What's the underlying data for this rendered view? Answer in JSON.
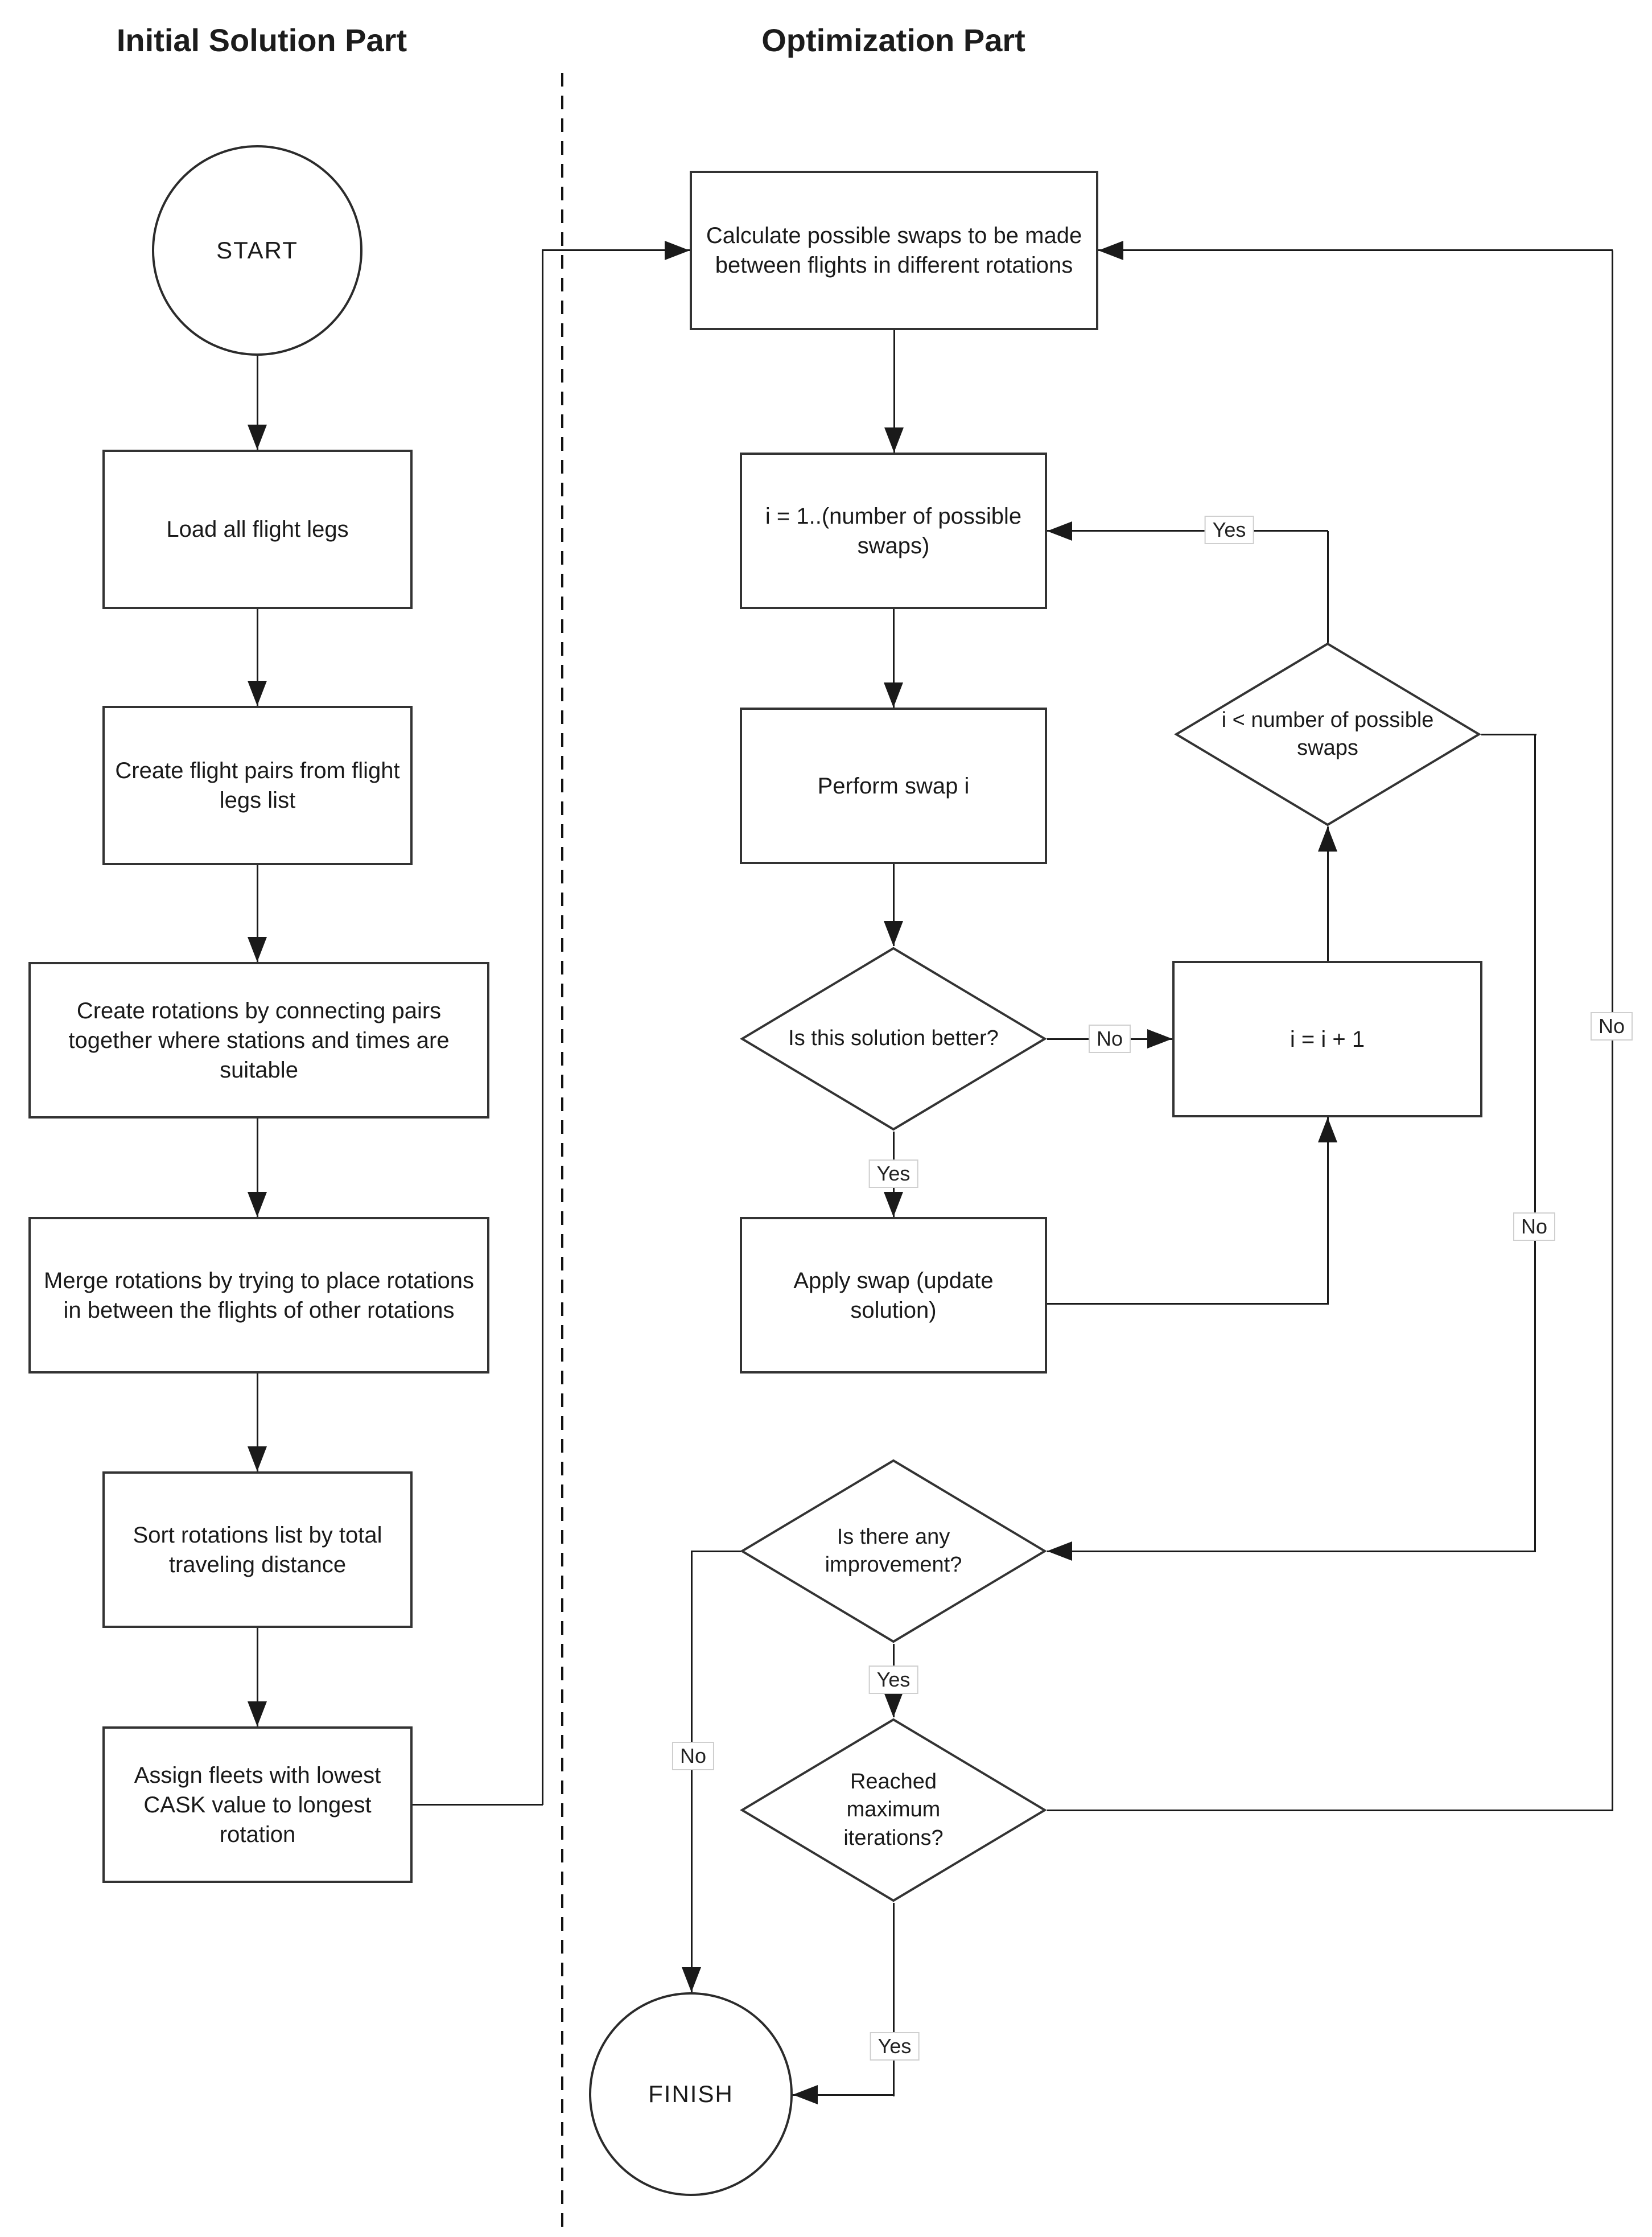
{
  "titles": {
    "left": "Initial Solution Part",
    "right": "Optimization Part"
  },
  "nodes": {
    "start": "START",
    "load": "Load all flight legs",
    "pairs": "Create flight pairs from flight legs list",
    "rotations": "Create rotations by connecting pairs together where stations and times are suitable",
    "merge": "Merge rotations by trying to place rotations in between the flights of other rotations",
    "sort": "Sort rotations list by total traveling distance",
    "assign": "Assign fleets with lowest CASK value to longest rotation",
    "calc": "Calculate possible swaps to be made between flights in different rotations",
    "iter": "i = 1..(number of possible swaps)",
    "perform": "Perform swap i",
    "better": "Is this solution better?",
    "incr": "i = i + 1",
    "less": "i < number of possible swaps",
    "apply": "Apply swap (update solution)",
    "improve": "Is there any improvement?",
    "reached": "Reached maximum iterations?",
    "finish": "FINISH"
  },
  "labels": {
    "better_no": "No",
    "better_yes": "Yes",
    "less_yes": "Yes",
    "less_no": "No",
    "improve_yes": "Yes",
    "improve_no": "No",
    "reached_yes": "Yes",
    "reached_no": "No"
  }
}
